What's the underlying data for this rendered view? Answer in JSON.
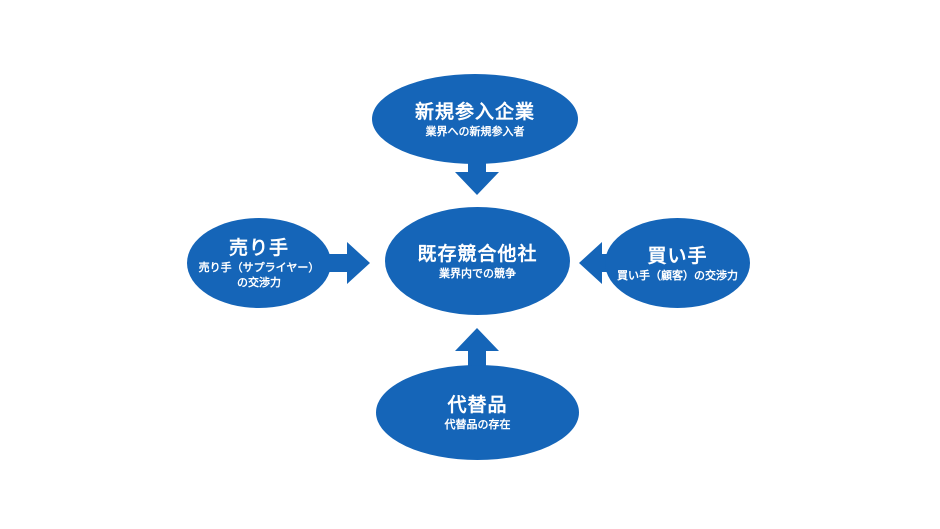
{
  "colors": {
    "node_fill": "#1565b8",
    "text": "#ffffff",
    "background": "#ffffff"
  },
  "nodes": {
    "new_entrants": {
      "title": "新規参入企業",
      "subtitle": "業界への新規参入者"
    },
    "suppliers": {
      "title": "売り手",
      "subtitle": "売り手（サプライヤー）\nの交渉力"
    },
    "rivals": {
      "title": "既存競合他社",
      "subtitle": "業界内での競争"
    },
    "buyers": {
      "title": "買い手",
      "subtitle": "買い手（顧客）の交渉力"
    },
    "substitutes": {
      "title": "代替品",
      "subtitle": "代替品の存在"
    }
  },
  "arrows": [
    {
      "from": "new_entrants",
      "to": "rivals",
      "direction": "down"
    },
    {
      "from": "suppliers",
      "to": "rivals",
      "direction": "right"
    },
    {
      "from": "buyers",
      "to": "rivals",
      "direction": "left"
    },
    {
      "from": "substitutes",
      "to": "rivals",
      "direction": "up"
    }
  ]
}
